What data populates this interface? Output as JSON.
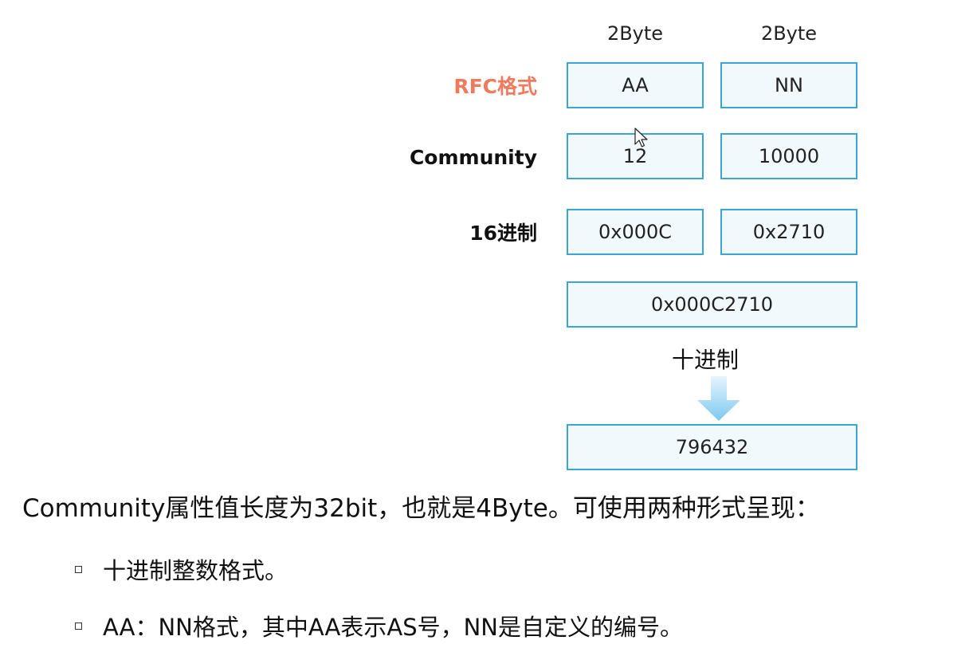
{
  "diagram": {
    "column_headers": [
      "2Byte",
      "2Byte"
    ],
    "rows": [
      {
        "label": "RFC格式",
        "cells": [
          "AA",
          "NN"
        ]
      },
      {
        "label": "Community",
        "cells": [
          "12",
          "10000"
        ]
      },
      {
        "label": "16进制",
        "cells": [
          "0x000C",
          "0x2710"
        ]
      }
    ],
    "combined_hex": "0x000C2710",
    "conversion_label": "十进制",
    "decimal_result": "796432",
    "colors": {
      "rfc_label": "#f07a5e",
      "cell_border": "#3aa6d6",
      "arrow": "#7cc8f0"
    }
  },
  "text": {
    "description": "Community属性值长度为32bit，也就是4Byte。可使用两种形式呈现：",
    "bullets": [
      "十进制整数格式。",
      "AA：NN格式，其中AA表示AS号，NN是自定义的编号。"
    ]
  }
}
